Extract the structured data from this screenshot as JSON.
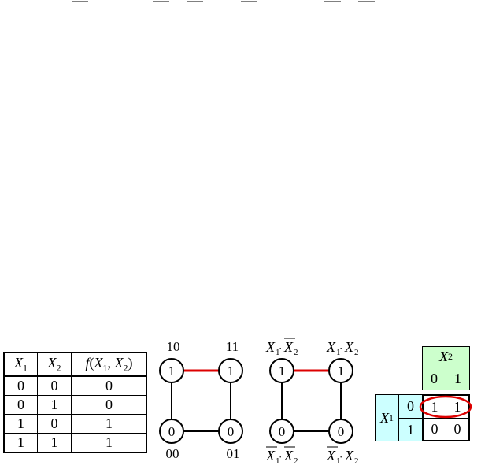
{
  "truth_table": {
    "headers": [
      "X1",
      "X2",
      "f(X1, X2)"
    ],
    "rows": [
      [
        "0",
        "0",
        "0"
      ],
      [
        "0",
        "1",
        "0"
      ],
      [
        "1",
        "0",
        "1"
      ],
      [
        "1",
        "1",
        "1"
      ]
    ]
  },
  "cube_binary": {
    "labels": {
      "top_left": "10",
      "top_right": "11",
      "bottom_left": "00",
      "bottom_right": "01"
    },
    "nodes": {
      "top_left": "1",
      "top_right": "1",
      "bottom_left": "0",
      "bottom_right": "0"
    }
  },
  "cube_literal": {
    "nodes": {
      "top_left": "1",
      "top_right": "1",
      "bottom_left": "0",
      "bottom_right": "0"
    }
  },
  "kmap": {
    "col_var": "X2",
    "row_var": "X1",
    "col_headers": [
      "0",
      "1"
    ],
    "row_headers": [
      "0",
      "1"
    ],
    "cells": [
      [
        "1",
        "1"
      ],
      [
        "0",
        "0"
      ]
    ]
  },
  "colors": {
    "highlight": "#dd0000",
    "green": "#ccffcc",
    "cyan": "#ccffff"
  }
}
